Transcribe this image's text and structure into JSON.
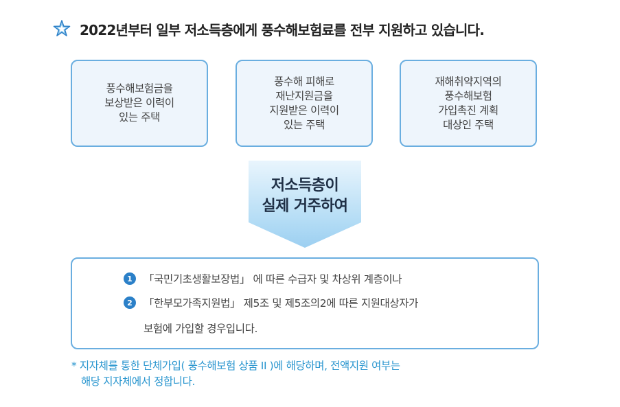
{
  "header": {
    "icon": "star-outline-icon",
    "title": "2022년부터 일부 저소득층에게 풍수해보험료를 전부 지원하고 있습니다."
  },
  "cards": [
    {
      "lines": [
        "풍수해보험금을",
        "보상받은 이력이",
        "있는 주택"
      ]
    },
    {
      "lines": [
        "풍수해 피해로",
        "재난지원금을",
        "지원받은 이력이",
        "있는 주택"
      ]
    },
    {
      "lines": [
        "재해취약지역의",
        "풍수해보험",
        "가입촉진 계획",
        "대상인 주택"
      ]
    }
  ],
  "arrow": {
    "lines": [
      "저소득층이",
      "실제 거주하여"
    ]
  },
  "conditions": {
    "items": [
      {
        "number": "1",
        "text": "「국민기초생활보장법」 에 따른 수급자 및 차상위 계층이나"
      },
      {
        "number": "2",
        "text": "「한부모가족지원법」 제5조 및 제5조의2에 따른 지원대상자가"
      }
    ],
    "continuation": "보험에 가입할 경우입니다."
  },
  "footnote": {
    "line1": "* 지자체를 통한 단체가입( 풍수해보험 상품 II )에 해당하며, 전액지원 여부는",
    "line2": "해당 지자체에서 정합니다."
  },
  "colors": {
    "border": "#6aaee0",
    "card_bg": "#eef5fc",
    "badge": "#2b80c8",
    "footnote": "#2a96cf"
  }
}
